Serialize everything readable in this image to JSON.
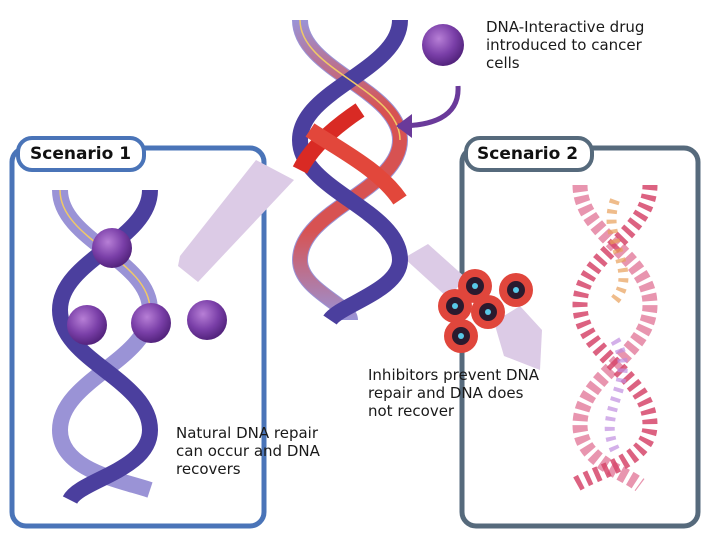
{
  "top_caption": "DNA-Interactive drug introduced to cancer cells",
  "scenario1": {
    "title": "Scenario 1",
    "caption": "Natural DNA repair can occur and DNA recovers"
  },
  "scenario2": {
    "title": "Scenario 2",
    "caption": "Inhibitors prevent DNA repair and DNA does not recover"
  },
  "colors": {
    "frame1": "#4a74b8",
    "frame2": "#566a7c",
    "dna_dark": "#4b3f9e",
    "dna_light": "#9a93d6",
    "drug": "#6a3a9a",
    "damage": "#e23a33",
    "arrow": "#dccbe6",
    "inhibitor": "#e0463c"
  },
  "icons": [
    "drug-molecule-icon",
    "inhibitor-molecule-icon",
    "dna-helix-icon"
  ]
}
